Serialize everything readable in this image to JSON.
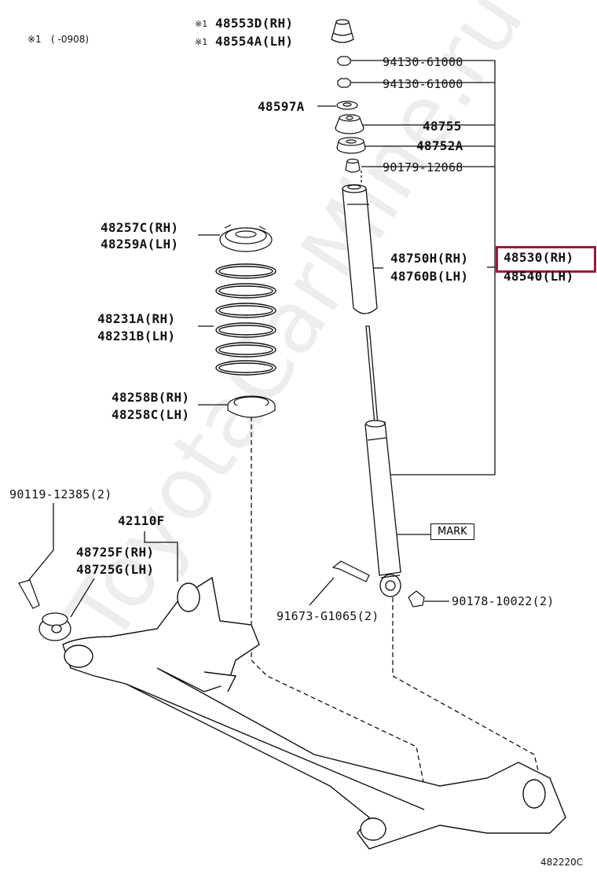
{
  "note": {
    "mark": "※1",
    "range": "(   -0908)"
  },
  "labels": {
    "p48553D": "48553D(RH)",
    "p48554A": "48554A(LH)",
    "p94130a": "94130-61000",
    "p94130b": "94130-61000",
    "p48597A": "48597A",
    "p48755": "48755",
    "p48752A": "48752A",
    "p90179": "90179-12068",
    "p48257C": "48257C(RH)",
    "p48259A": "48259A(LH)",
    "p48750H": "48750H(RH)",
    "p48760B": "48760B(LH)",
    "p48530": "48530(RH)",
    "p48540": "48540(LH)",
    "p48231A": "48231A(RH)",
    "p48231B": "48231B(LH)",
    "p48258B": "48258B(RH)",
    "p48258C": "48258C(LH)",
    "p90119": "90119-12385(2)",
    "p42110F": "42110F",
    "p48725F": "48725F(RH)",
    "p48725G": "48725G(LH)",
    "mark": "MARK",
    "p91673": "91673-G1065(2)",
    "p90178": "90178-10022(2)"
  },
  "watermark": "ToyotaCarMine.ru",
  "diagram_code": "482220C",
  "colors": {
    "highlight": "#a0183a",
    "line": "#111111"
  }
}
